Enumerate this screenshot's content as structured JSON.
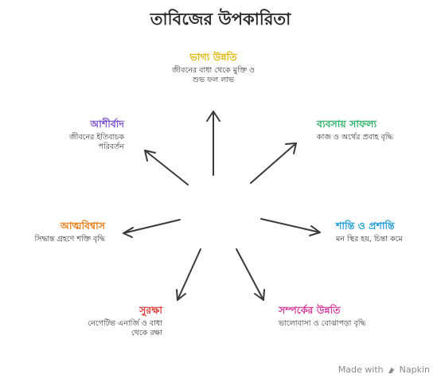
{
  "title": "তাবিজের উপকারিতা",
  "nodes": [
    {
      "key": "luck",
      "title": "ভাগ্য উন্নতি",
      "desc": "জীবনের বাধা থেকে মুক্তি ও শুভ ফল লাভ",
      "color": "#e3b80c"
    },
    {
      "key": "business",
      "title": "ব্যবসায় সাফল্য",
      "desc": "কাজ ও অর্থের প্রবাহ বৃদ্ধি",
      "color": "#2fb36b"
    },
    {
      "key": "peace",
      "title": "শান্তি ও প্রশান্তি",
      "desc": "মন স্থির হয়, চিন্তা কমে",
      "color": "#1d9bd6"
    },
    {
      "key": "relationship",
      "title": "সম্পর্কের উন্নতি",
      "desc": "ভালোবাসা ও বোঝাপড়া বৃদ্ধি",
      "color": "#d63a9b"
    },
    {
      "key": "protection",
      "title": "সুরক্ষা",
      "desc": "নেগেটিভ এনার্জি ও বাধা থেকে রক্ষা",
      "color": "#e0413a"
    },
    {
      "key": "confidence",
      "title": "আত্মবিশ্বাস",
      "desc": "সিদ্ধান্ত গ্রহণে শক্তি বৃদ্ধি",
      "color": "#ee7b17"
    },
    {
      "key": "blessing",
      "title": "আশীর্বাদ",
      "desc": "জীবনের ইতিবাচক পরিবর্তন",
      "color": "#7a4fd0"
    }
  ],
  "branding": {
    "made_with": "Made with",
    "brand": "Napkin"
  },
  "icons": {
    "arrow": "arrow-icon",
    "brand_logo": "napkin-logo-icon"
  }
}
